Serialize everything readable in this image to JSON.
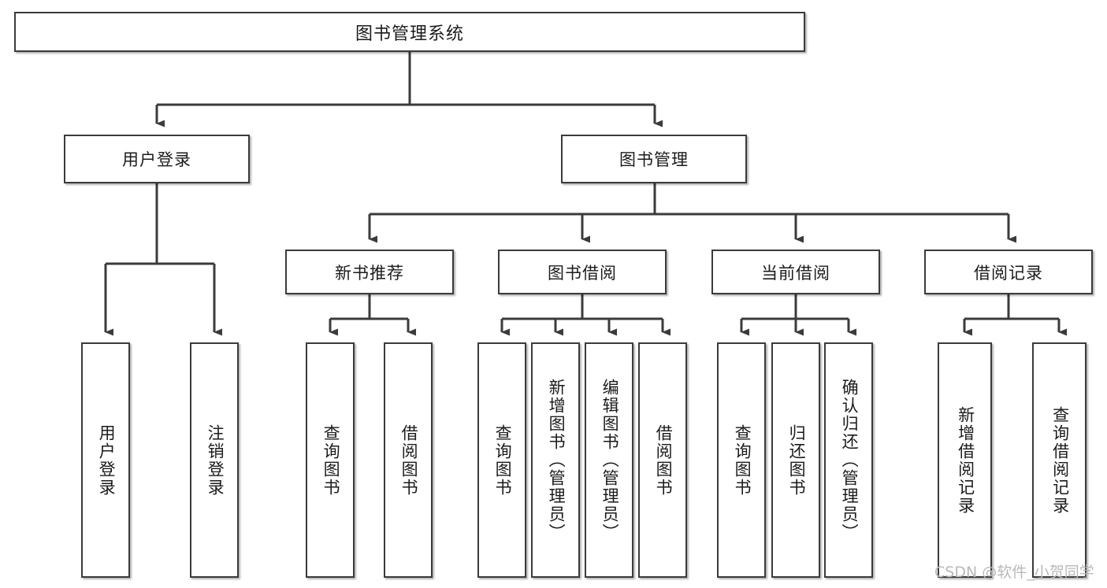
{
  "diagram": {
    "title": "图书管理系统",
    "type": "hierarchy-tree",
    "stroke_color": "#3b3b3b",
    "background_color": "#ffffff",
    "text_color": "#1b1b1b"
  },
  "root": {
    "label": "图书管理系统"
  },
  "level2": [
    {
      "label": "用户登录"
    },
    {
      "label": "图书管理"
    }
  ],
  "level3": [
    {
      "label": "新书推荐"
    },
    {
      "label": "图书借阅"
    },
    {
      "label": "当前借阅"
    },
    {
      "label": "借阅记录"
    }
  ],
  "leaves": {
    "user_login": [
      {
        "label": "用户登录"
      },
      {
        "label": "注销登录"
      }
    ],
    "new_book_recommend": [
      {
        "label": "查询图书"
      },
      {
        "label": "借阅图书"
      }
    ],
    "book_borrow": [
      {
        "label": "查询图书"
      },
      {
        "label": "新增图书（管理员）"
      },
      {
        "label": "编辑图书（管理员）"
      },
      {
        "label": "借阅图书"
      }
    ],
    "current_borrow": [
      {
        "label": "查询图书"
      },
      {
        "label": "归还图书"
      },
      {
        "label": "确认归还（管理员）"
      }
    ],
    "borrow_record": [
      {
        "label": "新增借阅记录"
      },
      {
        "label": "查询借阅记录"
      }
    ]
  },
  "watermark": {
    "text": "CSDN @软件_小贺同学"
  }
}
